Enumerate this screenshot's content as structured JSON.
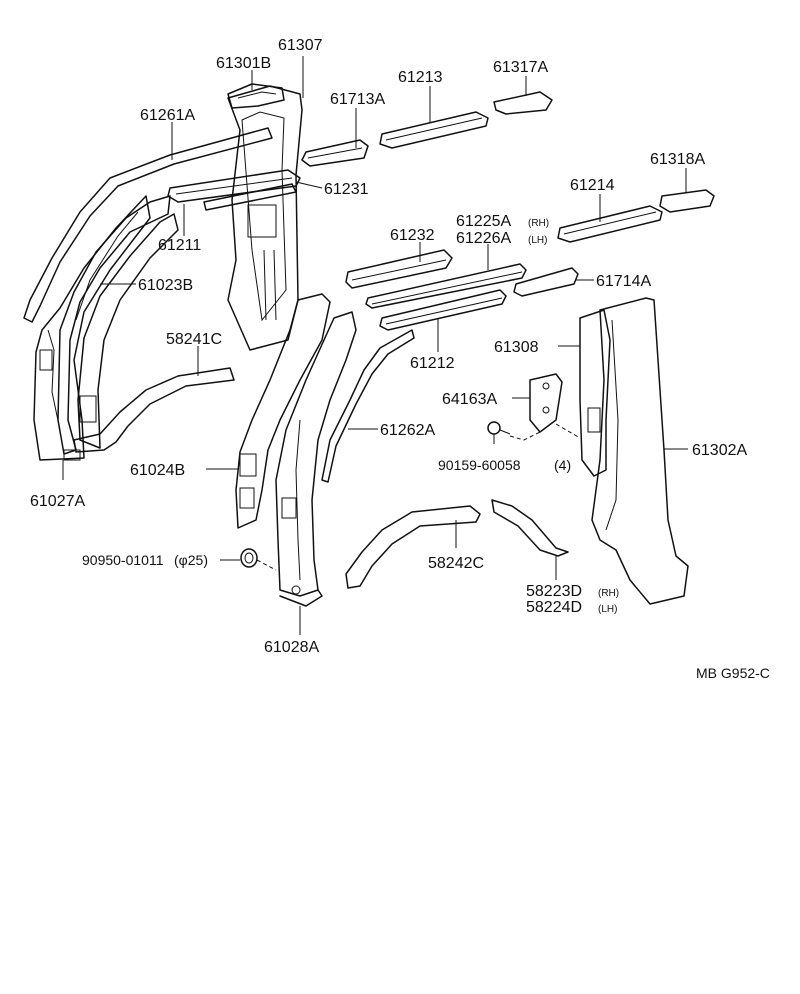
{
  "labels": {
    "p61307": "61307",
    "p61301B": "61301B",
    "p61713A": "61713A",
    "p61213": "61213",
    "p61317A": "61317A",
    "p61261A": "61261A",
    "p61318A": "61318A",
    "p61231": "61231",
    "p61214": "61214",
    "p61225A": "61225A",
    "p61225A_side": "(RH)",
    "p61226A": "61226A",
    "p61226A_side": "(LH)",
    "p61211": "61211",
    "p61232": "61232",
    "p61023B": "61023B",
    "p61714A": "61714A",
    "p58241C": "58241C",
    "p61308": "61308",
    "p61212": "61212",
    "p64163A": "64163A",
    "p61262A": "61262A",
    "p61302A": "61302A",
    "p61024B": "61024B",
    "p90159": "90159-60058",
    "p90159_qty": "(4)",
    "p61027A": "61027A",
    "p90950": "90950-01011",
    "p90950_size": "(φ25)",
    "p58242C": "58242C",
    "p58223D": "58223D",
    "p58223D_side": "(RH)",
    "p58224D": "58224D",
    "p58224D_side": "(LH)",
    "p61028A": "61028A",
    "figure_code": "MB G952-C"
  }
}
